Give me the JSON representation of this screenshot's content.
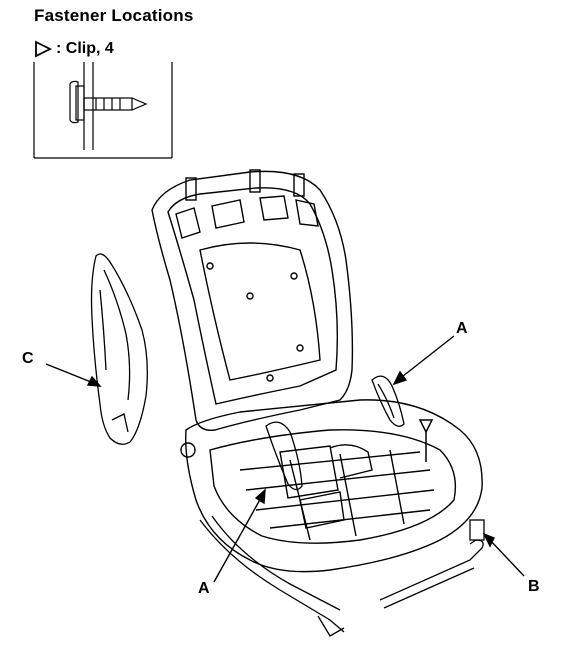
{
  "title": "Fastener Locations",
  "legend": {
    "symbol": "triangle-right-icon",
    "text": ": Clip, 4"
  },
  "callouts": {
    "a_top": "A",
    "a_bottom": "A",
    "b": "B",
    "c": "C"
  }
}
